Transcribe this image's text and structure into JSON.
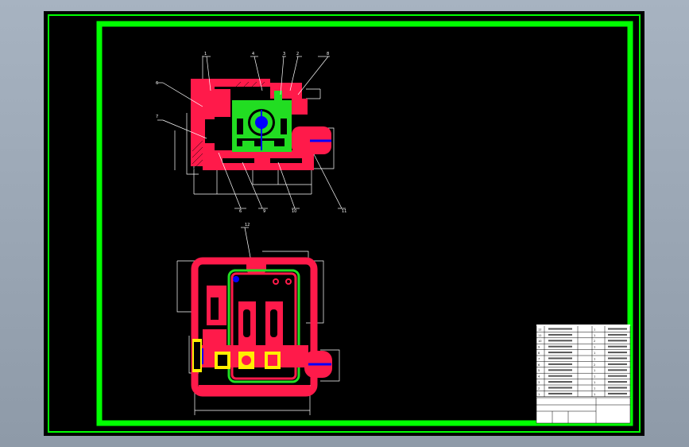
{
  "colors": {
    "background": "#000000",
    "frame_green": "#00ff00",
    "housing": "#ff1a4a",
    "worm_gear": "#22dd22",
    "shaft_blue": "#0000ff",
    "yellow": "#ffee00",
    "dimension_white": "#ffffff",
    "title_block": "#ffffff"
  },
  "drawing": {
    "callouts_top": [
      "1",
      "4",
      "3",
      "2",
      "8"
    ],
    "callouts_left": [
      "6",
      "7"
    ],
    "callouts_bottom": [
      "6",
      "9",
      "10",
      "11"
    ],
    "callout_plan": "12"
  },
  "title_block": {
    "rows": [
      {
        "no": "12",
        "name": "",
        "qty": "1",
        "material": ""
      },
      {
        "no": "11",
        "name": "",
        "qty": "1",
        "material": ""
      },
      {
        "no": "10",
        "name": "",
        "qty": "2",
        "material": ""
      },
      {
        "no": "9",
        "name": "",
        "qty": "1",
        "material": ""
      },
      {
        "no": "8",
        "name": "",
        "qty": "1",
        "material": ""
      },
      {
        "no": "7",
        "name": "",
        "qty": "1",
        "material": ""
      },
      {
        "no": "6",
        "name": "",
        "qty": "2",
        "material": ""
      },
      {
        "no": "5",
        "name": "",
        "qty": "1",
        "material": ""
      },
      {
        "no": "4",
        "name": "",
        "qty": "1",
        "material": ""
      },
      {
        "no": "3",
        "name": "",
        "qty": "1",
        "material": ""
      },
      {
        "no": "2",
        "name": "",
        "qty": "1",
        "material": ""
      },
      {
        "no": "1",
        "name": "",
        "qty": "1",
        "material": ""
      }
    ]
  }
}
